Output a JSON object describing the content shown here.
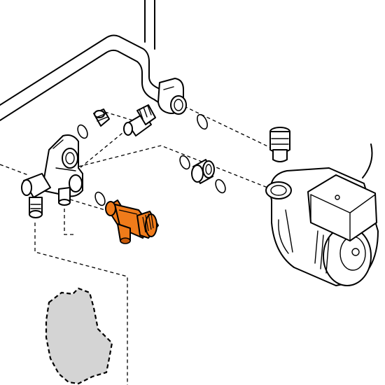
{
  "colors": {
    "line": "#000000",
    "background": "#ffffff",
    "highlight": "#f07b1a",
    "highlight_dark": "#c85a0a",
    "shadow_area": "#d4d4d4"
  },
  "parts": [
    {
      "id": "main-pipe",
      "icon": "pipe-icon"
    },
    {
      "id": "pipe-elbow-fitting",
      "icon": "elbow-fitting-icon"
    },
    {
      "id": "hydraulic-block",
      "icon": "valve-block-icon"
    },
    {
      "id": "small-nipple",
      "icon": "nipple-icon"
    },
    {
      "id": "drain-valve",
      "icon": "valve-icon"
    },
    {
      "id": "pipe-connector",
      "icon": "connector-icon"
    },
    {
      "id": "safety-valve",
      "icon": "safety-valve-icon",
      "highlighted": true
    },
    {
      "id": "air-vent",
      "icon": "air-vent-icon"
    },
    {
      "id": "circulation-pump",
      "icon": "pump-icon"
    },
    {
      "id": "heat-exchanger-outline",
      "icon": "outline-icon"
    }
  ]
}
